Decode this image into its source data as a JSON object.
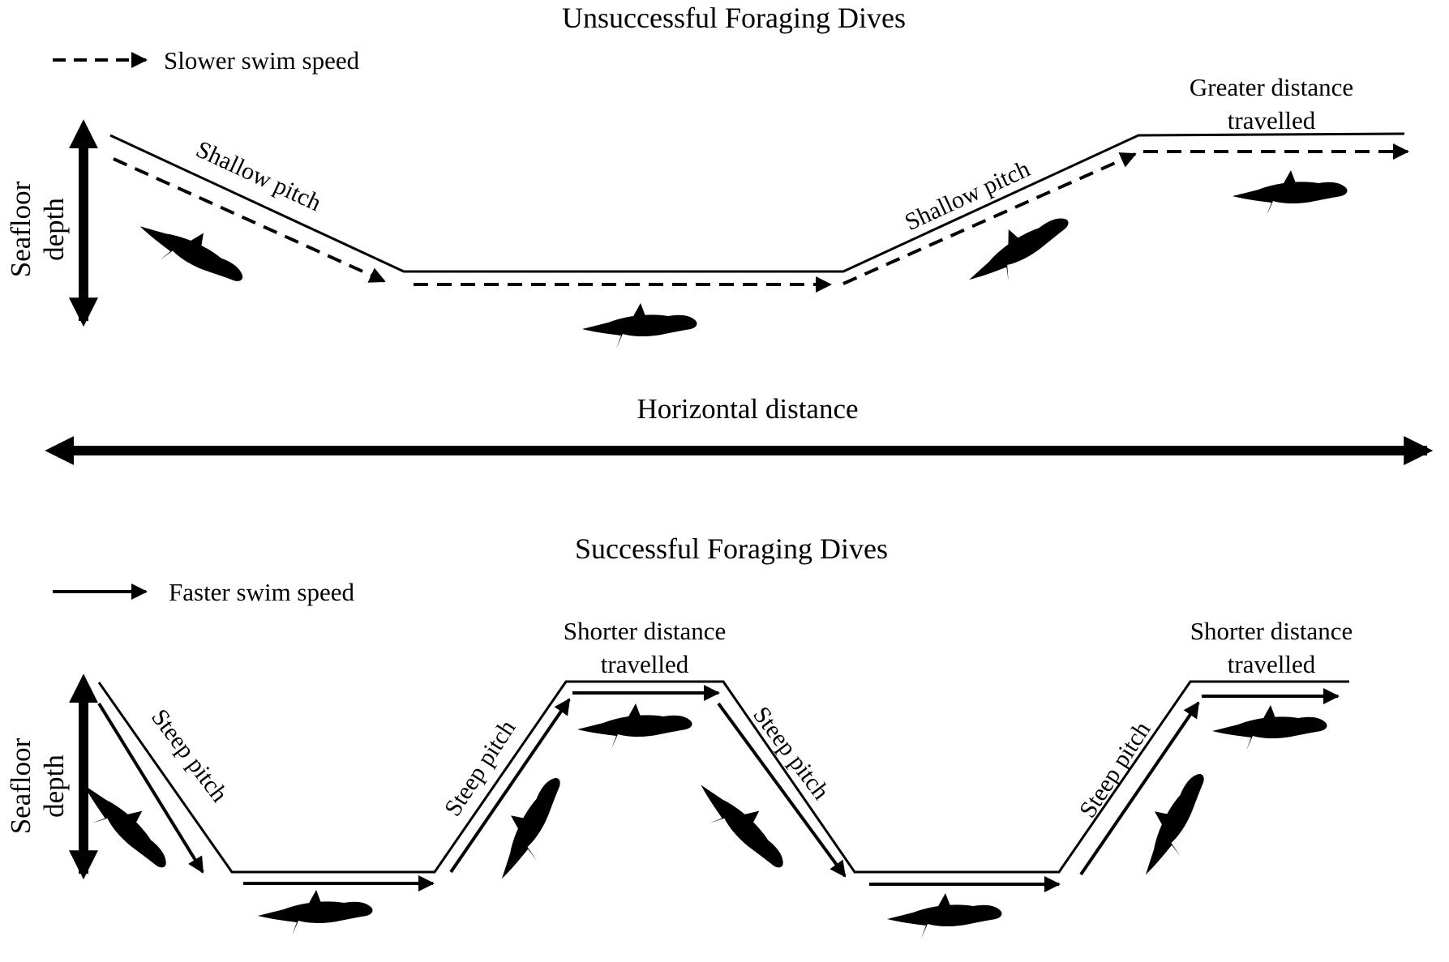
{
  "unsuccessful": {
    "title": "Unsuccessful Foraging Dives",
    "legend": "Slower swim speed",
    "pitch_descent": "Shallow pitch",
    "pitch_ascent": "Shallow pitch",
    "distance_line1": "Greater distance",
    "distance_line2": "travelled",
    "depth_line1": "Seafloor",
    "depth_line2": "depth"
  },
  "horizontal_axis": "Horizontal distance",
  "successful": {
    "title": "Successful Foraging Dives",
    "legend": "Faster swim speed",
    "pitch_1": "Steep pitch",
    "pitch_2": "Steep pitch",
    "pitch_3": "Steep pitch",
    "pitch_4": "Steep pitch",
    "distance_a_line1": "Shorter distance",
    "distance_a_line2": "travelled",
    "distance_b_line1": "Shorter distance",
    "distance_b_line2": "travelled",
    "depth_line1": "Seafloor",
    "depth_line2": "depth"
  },
  "colors": {
    "ink": "#000000",
    "background": "#ffffff"
  },
  "icons": [
    "seal-silhouette",
    "double-headed-arrow",
    "dashed-arrow",
    "solid-arrow"
  ]
}
